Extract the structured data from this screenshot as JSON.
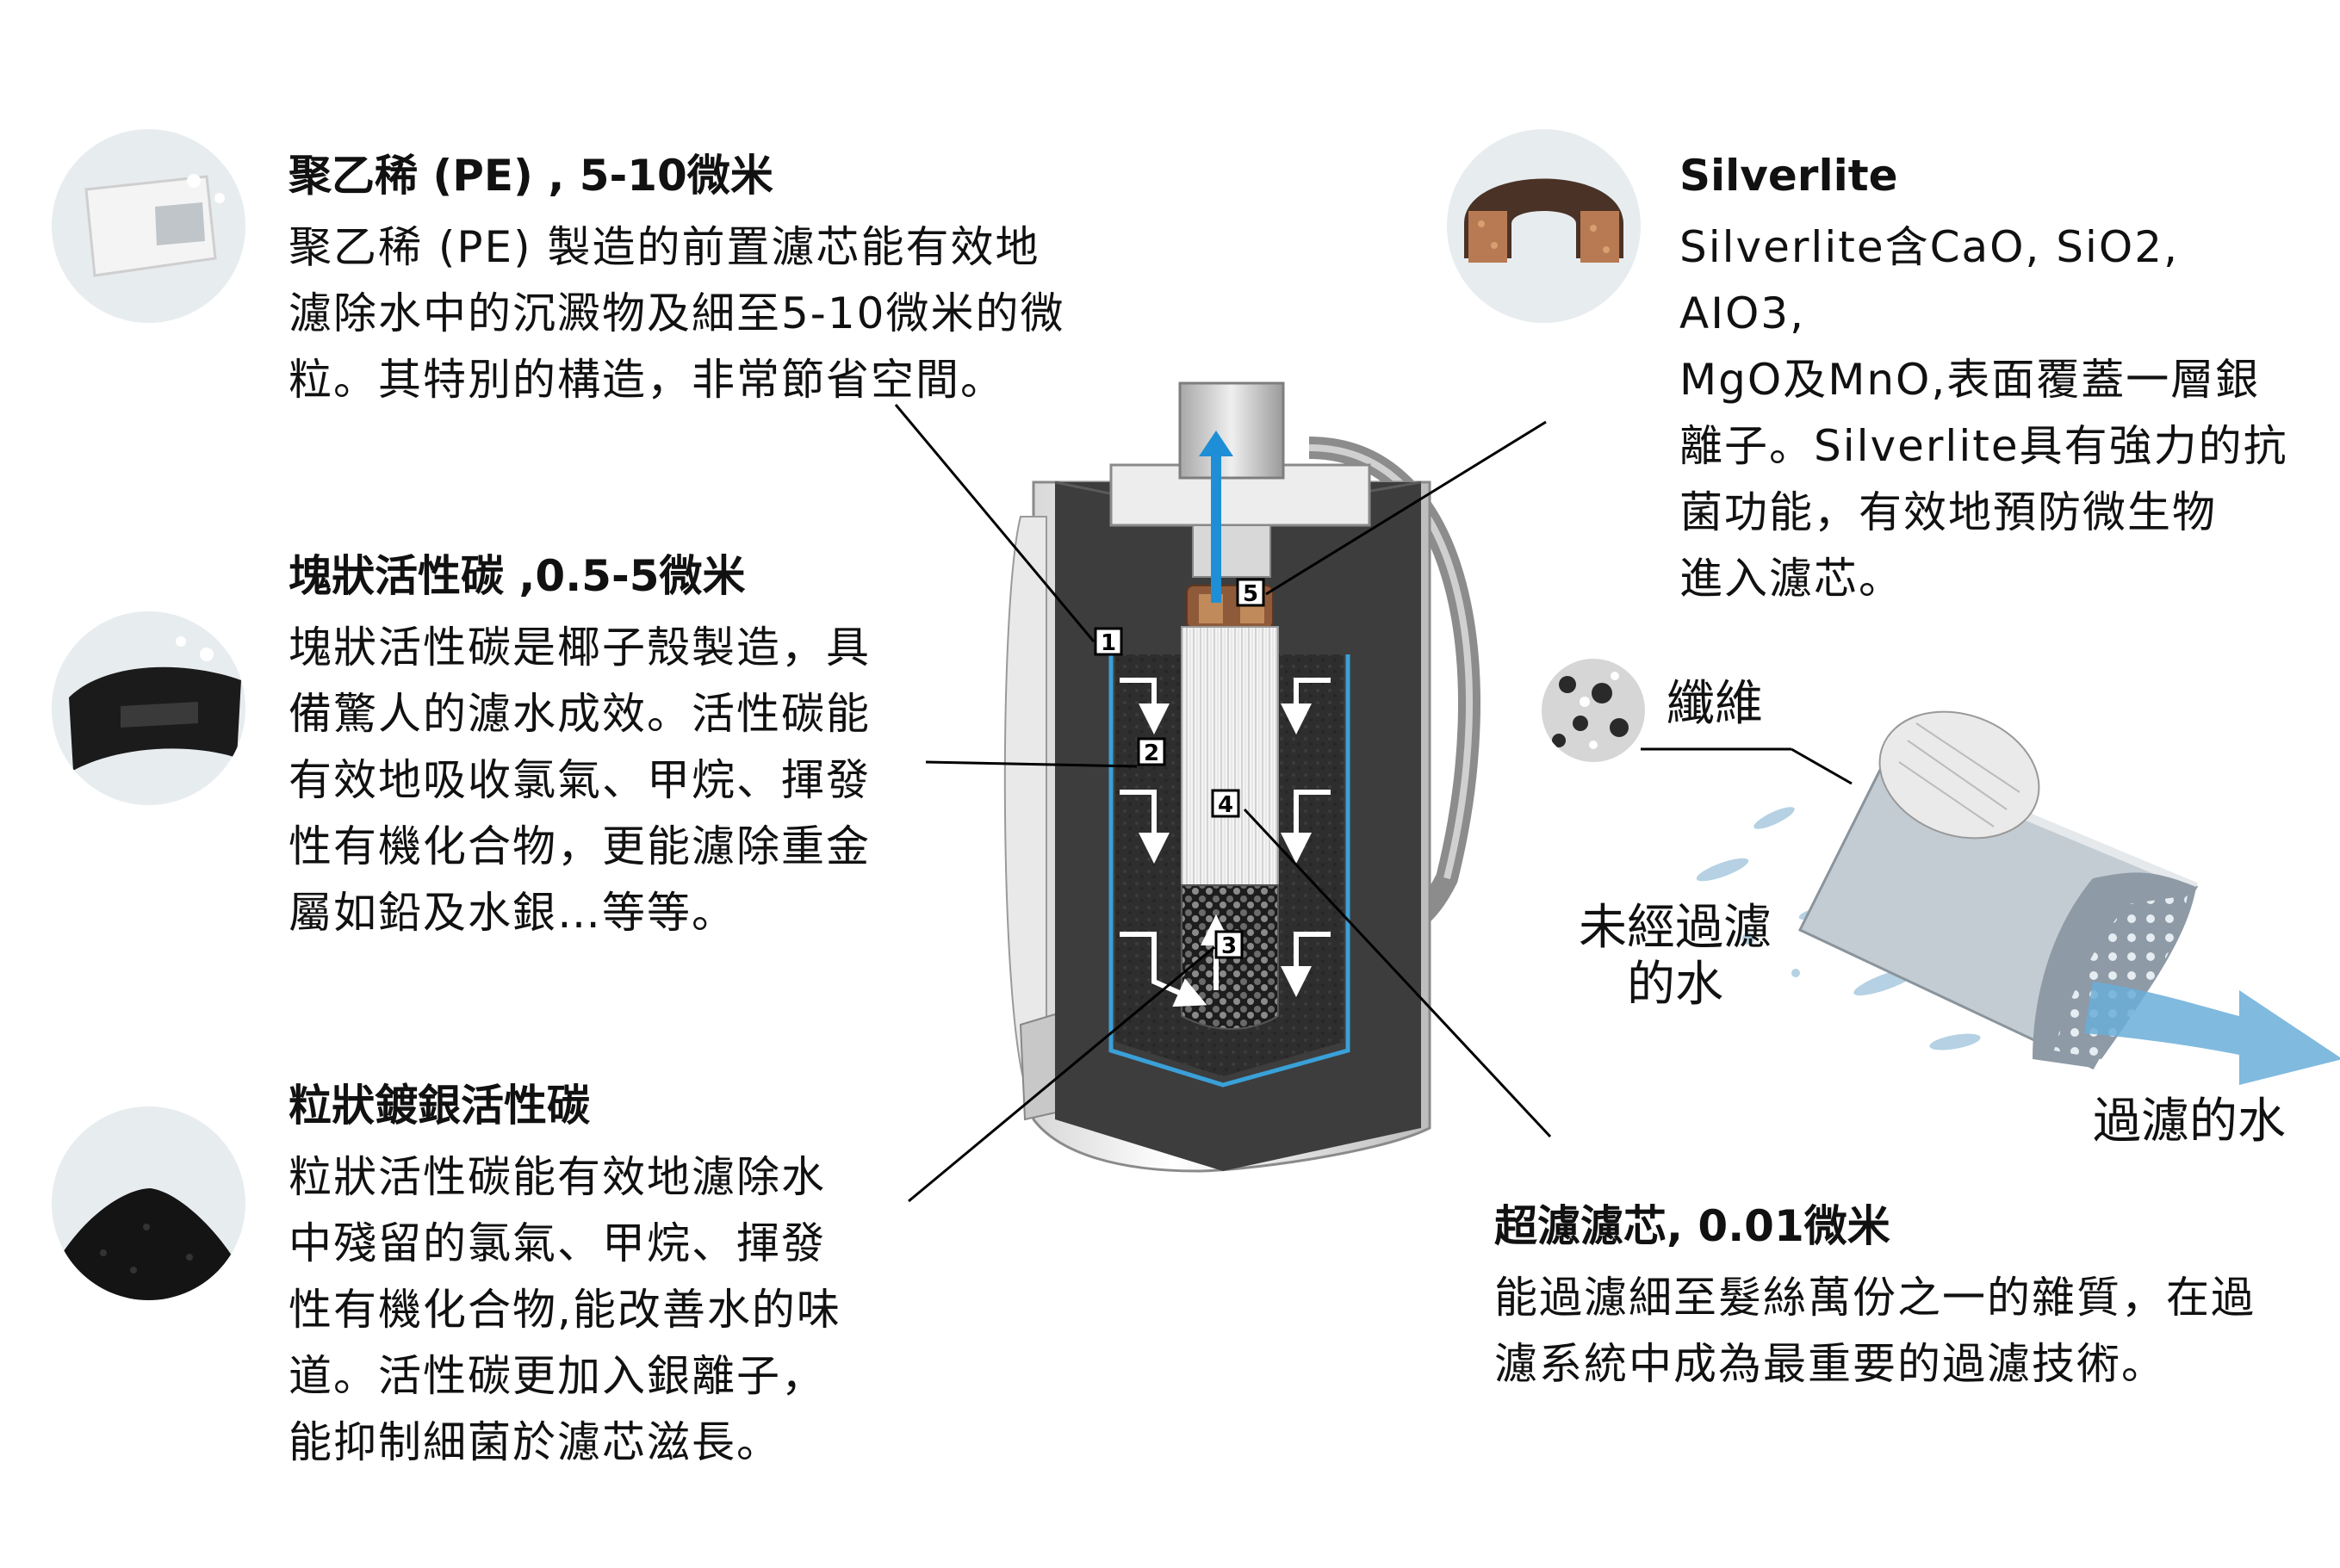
{
  "blocks": {
    "pe": {
      "title": "聚乙稀 (PE) , 5-10微米",
      "lines": [
        "聚乙稀 (PE) 製造的前置濾芯能有效地",
        "濾除水中的沉澱物及細至5-10微米的微",
        "粒。其特別的構造，非常節省空間。"
      ]
    },
    "block_carbon": {
      "title": "塊狀活性碳 ,0.5-5微米",
      "lines": [
        "塊狀活性碳是椰子殼製造，具",
        "備驚人的濾水成效。活性碳能",
        "有效地吸收氯氣、甲烷、揮發",
        "性有機化合物，更能濾除重金",
        "屬如鉛及水銀…等等。"
      ]
    },
    "granular": {
      "title": "粒狀鍍銀活性碳",
      "lines": [
        "粒狀活性碳能有效地濾除水",
        "中殘留的氯氣、甲烷、揮發",
        "性有機化合物,能改善水的味",
        "道。活性碳更加入銀離子，",
        "能抑制細菌於濾芯滋長。"
      ]
    },
    "silverlite": {
      "title": "Silverlite",
      "lines": [
        "Silverlite含CaO, SiO2, AIO3,",
        "MgO及MnO,表面覆蓋一層銀",
        "離子。Silverlite具有強力的抗",
        "菌功能，有效地預防微生物",
        "進入濾芯。"
      ]
    },
    "uf": {
      "title": "超濾濾芯, 0.01微米",
      "lines": [
        "能過濾細至髮絲萬份之一的雜質，在過",
        "濾系統中成為最重要的過濾技術。"
      ]
    }
  },
  "callouts": {
    "fiber": "纖維",
    "unfiltered_1": "未經過濾",
    "unfiltered_2": "的水",
    "filtered": "過濾的水"
  },
  "stage_numbers": [
    "1",
    "2",
    "3",
    "4",
    "5"
  ],
  "colors": {
    "water_arrow": "#1e8fd6",
    "carbon": "#2b2b2b",
    "housing": "#ffffff",
    "liner": "#3aa0d8"
  },
  "icons": {
    "pe": "pe-filter-icon",
    "block_carbon": "carbon-block-icon",
    "granular": "granular-carbon-icon",
    "silverlite": "silverlite-ring-icon",
    "fiber": "fiber-icon"
  }
}
